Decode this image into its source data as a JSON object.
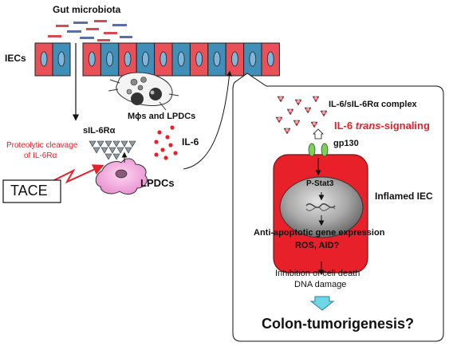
{
  "labels": {
    "gut_microbiota": "Gut microbiota",
    "iecs": "IECs",
    "macrophages_lpdcs": "Mϕs and LPDCs",
    "sil6ra": "sIL-6Rα",
    "il6": "IL-6",
    "proteolytic_cleavage_line1": "Proteolytic cleavage",
    "proteolytic_cleavage_line2": "of IL-6Rα",
    "tace": "TACE",
    "lpdcs": "LPDCs",
    "complex": "IL-6/sIL-6Rα complex",
    "trans_signaling_prefix": "IL-6 ",
    "trans_signaling_italic": "trans",
    "trans_signaling_suffix": "-signaling",
    "gp130": "gp130",
    "pstat3": "P-Stat3",
    "inflamed_iec": "Inflamed IEC",
    "anti_apoptotic": "Anti-apoptotic gene expression",
    "ros_aid": "ROS, AID?",
    "inhibition": "Inhibition of cell death",
    "dna_damage": "DNA damage",
    "outcome": "Colon-tumorigenesis?"
  },
  "colors": {
    "epithelium_red": "#e95058",
    "epithelium_blue": "#3f8fb8",
    "signal_red": "#e8202a",
    "receptor_green": "#7fcf5a",
    "outcome_arrow": "#6fd6e8",
    "lpdc_pink": "#f0a0d8"
  }
}
